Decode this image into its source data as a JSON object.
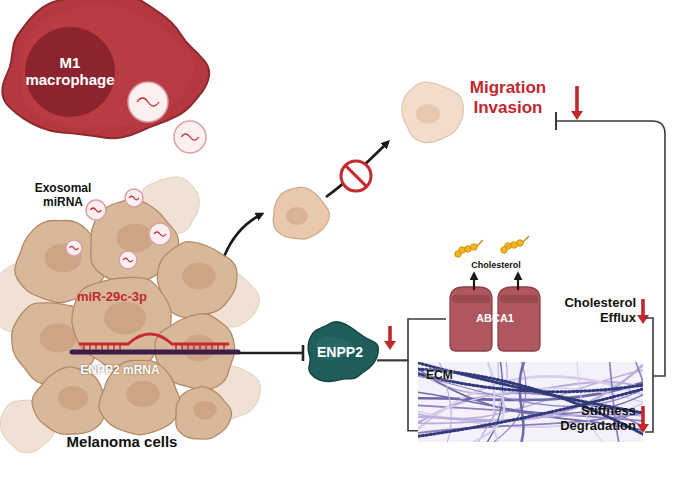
{
  "diagram": {
    "nodes": [
      {
        "text": [
          "M1 macrophage"
        ]
      },
      {
        "text": [
          "miR-29c-3p",
          "ENPP2 mRNA",
          "Melanoma cells"
        ]
      },
      {
        "text": [
          "ENPP2"
        ]
      },
      {
        "text": [
          "ABCA1"
        ]
      },
      {
        "text": [
          "ECM"
        ]
      }
    ],
    "edges": [
      {
        "from": 1,
        "to": 2,
        "arrow": "to"
      },
      {
        "from": 2,
        "to": 3,
        "arrow": "none"
      },
      {
        "from": 2,
        "to": 4,
        "arrow": "none"
      }
    ],
    "labels": [
      "Exosomal miRNA",
      "Migration Invasion",
      "Cholesterol",
      "Cholesterol Efflux",
      "Stiffness Degradation"
    ]
  }
}
